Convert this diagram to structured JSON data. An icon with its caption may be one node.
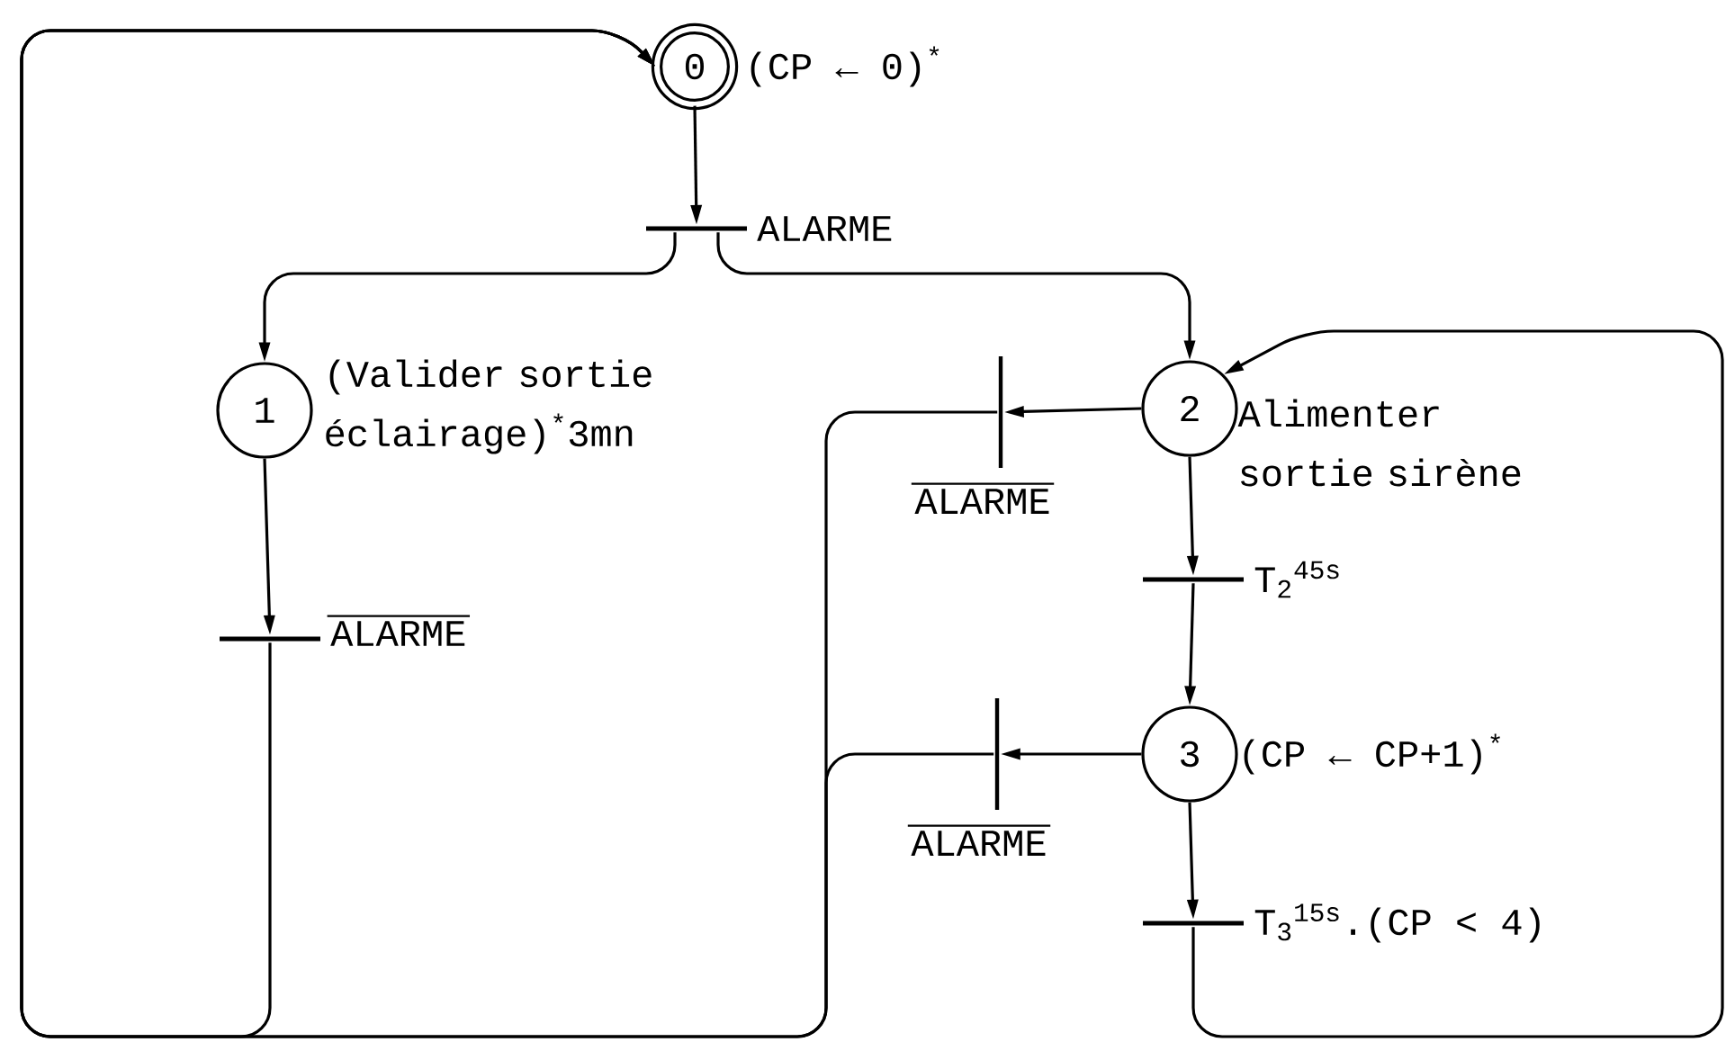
{
  "diagram": {
    "nodes": [
      {
        "text": [
          "0"
        ],
        "beside": [
          "(CP ← 0)$^{*}$"
        ]
      },
      {
        "text": [
          "1"
        ],
        "beside": [
          "(Valider sortie éclairage)$^{*}$3mn"
        ]
      },
      {
        "text": [
          "2"
        ],
        "beside": [
          "Alimenter sortie sirène"
        ]
      },
      {
        "text": [
          "3"
        ],
        "beside": [
          "(CP ← CP+1)$^{*}$"
        ]
      },
      {
        "text": [
          "ALARME"
        ]
      },
      {
        "text": [
          "ALARME"
        ]
      },
      {
        "text": [
          "ALARME"
        ]
      },
      {
        "text": [
          "T$_{2}$$^{45s}$"
        ]
      },
      {
        "text": [
          "ALARME"
        ]
      },
      {
        "text": [
          "T$_{3}$$^{15s}$.(CP < 4)"
        ]
      }
    ],
    "edges": [
      {
        "from": 0,
        "to": 4,
        "arrow": "to"
      },
      {
        "from": 4,
        "to": 1,
        "arrow": "to"
      },
      {
        "from": 4,
        "to": 2,
        "arrow": "to"
      },
      {
        "from": 1,
        "to": 5,
        "arrow": "to"
      },
      {
        "from": 5,
        "to": 0,
        "arrow": "to"
      },
      {
        "from": 2,
        "to": 6,
        "arrow": "to"
      },
      {
        "from": 6,
        "to": 0,
        "arrow": "to"
      },
      {
        "from": 2,
        "to": 7,
        "arrow": "to"
      },
      {
        "from": 7,
        "to": 3,
        "arrow": "to"
      },
      {
        "from": 3,
        "to": 8,
        "arrow": "to"
      },
      {
        "from": 8,
        "to": 0,
        "arrow": "to"
      },
      {
        "from": 3,
        "to": 9,
        "arrow": "to"
      },
      {
        "from": 9,
        "to": 2,
        "arrow": "to"
      }
    ]
  }
}
